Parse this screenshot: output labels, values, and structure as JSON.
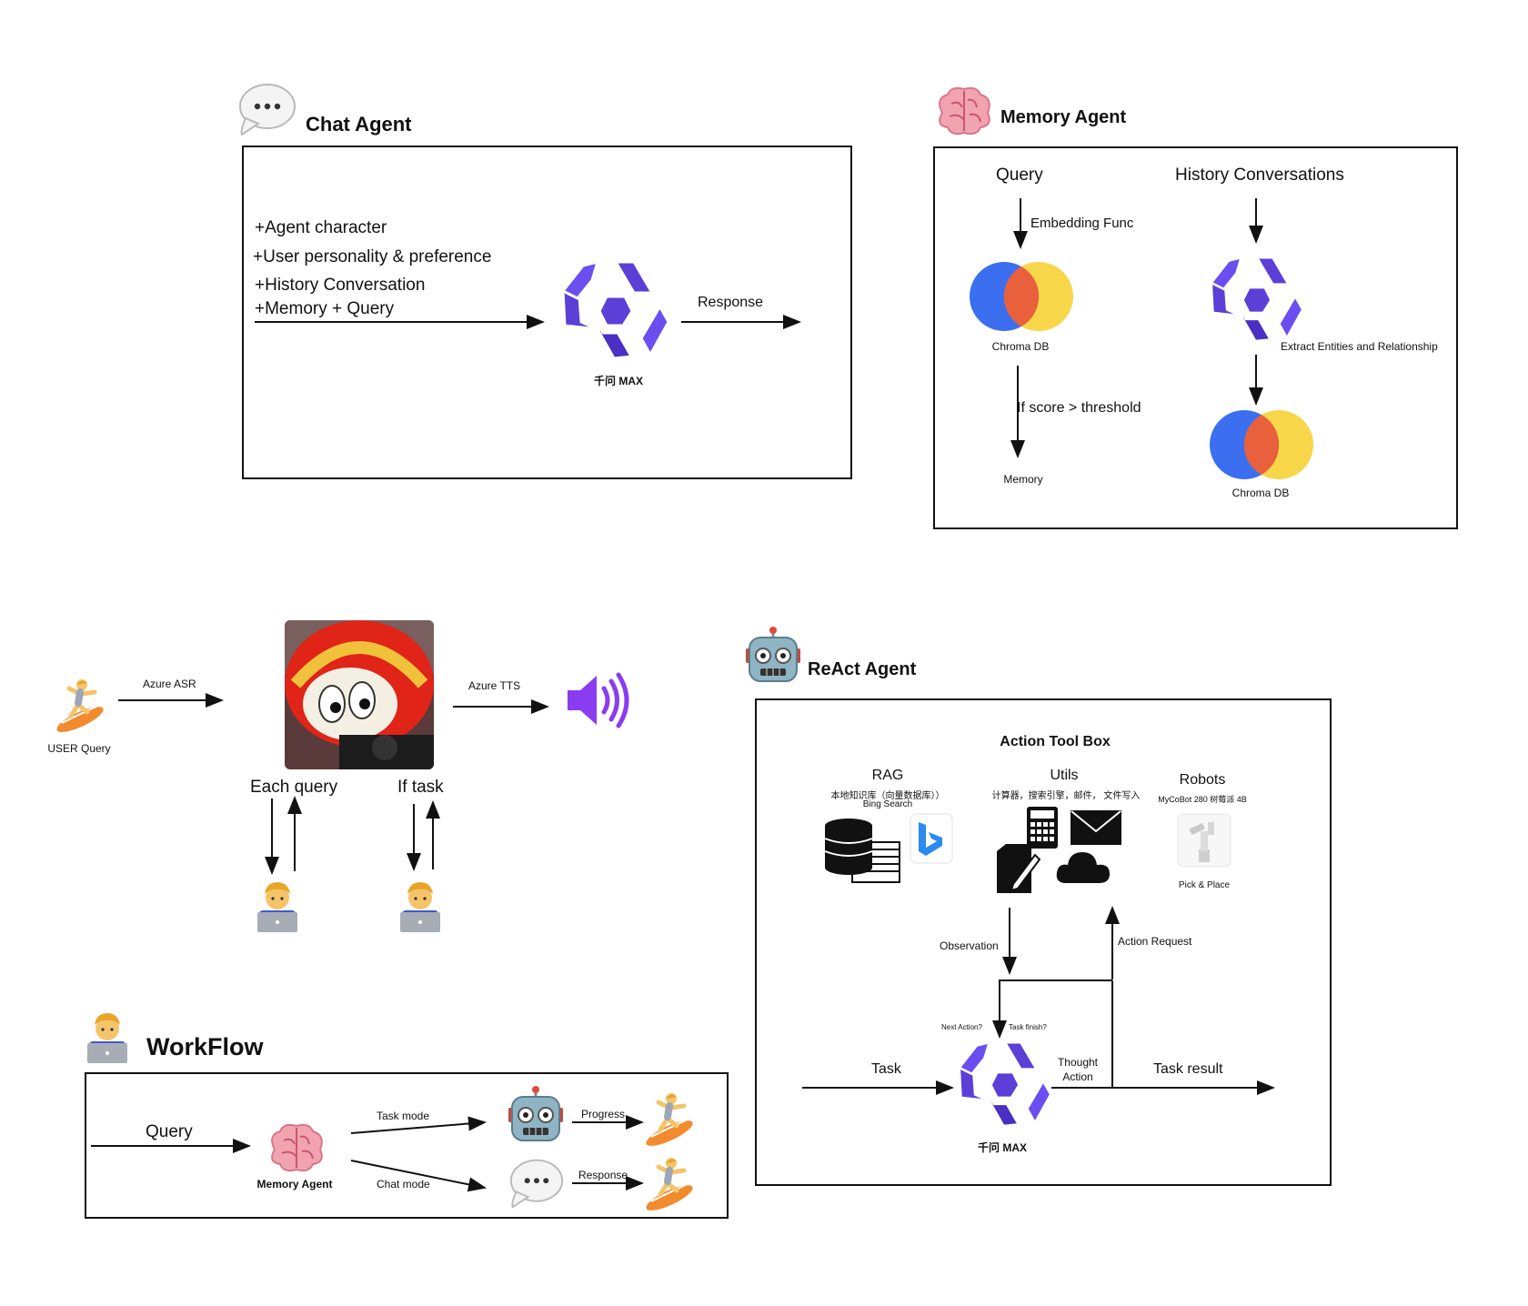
{
  "chat_agent": {
    "title": "Chat Agent",
    "lines": [
      "+Agent character",
      "+User  personality & preference",
      "+History Conversation",
      "+Memory + Query"
    ],
    "model_label": "千问 MAX",
    "response_label": "Response"
  },
  "memory_agent": {
    "title": "Memory Agent",
    "query_label": "Query",
    "history_label": "History Conversations",
    "embedding_label": "Embedding Func",
    "chroma_label_1": "Chroma DB",
    "extract_label": "Extract Entities and Relationship",
    "score_label": "If score  > threshold",
    "memory_label": "Memory",
    "chroma_label_2": "Chroma DB"
  },
  "voice_flow": {
    "user_query_label": "USER Query",
    "asr_label": "Azure ASR",
    "tts_label": "Azure TTS",
    "each_query_label": "Each query",
    "if_task_label": "If task"
  },
  "workflow": {
    "title": "WorkFlow",
    "query_label": "Query",
    "memory_agent_label": "Memory Agent",
    "task_mode_label": "Task  mode",
    "chat_mode_label": "Chat  mode",
    "progress_label": "Progress",
    "response_label": "Response"
  },
  "react_agent": {
    "title": "ReAct Agent",
    "toolbox_title": "Action Tool Box",
    "rag_title": "RAG",
    "rag_sub1": "本地知识库（向量数据库））",
    "rag_sub2": "Bing Search",
    "utils_title": "Utils",
    "utils_sub": "计算器，搜索引擎，邮件，  文件写入",
    "robots_title": "Robots",
    "robots_sub": "MyCoBot 280 树莓派 4B",
    "pick_place_label": "Pick & Place",
    "observation_label": "Observation",
    "action_request_label": "Action Request",
    "next_action_label": "Next Action?",
    "task_finish_label": "Task finish?",
    "thought_label": "Thought",
    "action_label": "Action",
    "task_label": "Task",
    "task_result_label": "Task result",
    "model_label": "千问 MAX"
  },
  "colors": {
    "qwen_purple": "#5b3fd6",
    "chroma_blue": "#3b6ff0",
    "chroma_red": "#e8603c",
    "chroma_yellow": "#f7d64a"
  },
  "icons": [
    "speech-bubble-icon",
    "brain-icon",
    "robot-face-icon",
    "technologist-icon",
    "surfer-icon",
    "speaker-icon",
    "qwen-logo-icon",
    "chroma-db-icon",
    "database-icon",
    "bing-icon",
    "calculator-icon",
    "envelope-icon",
    "document-pen-icon",
    "cloud-icon",
    "robot-arm-icon"
  ]
}
